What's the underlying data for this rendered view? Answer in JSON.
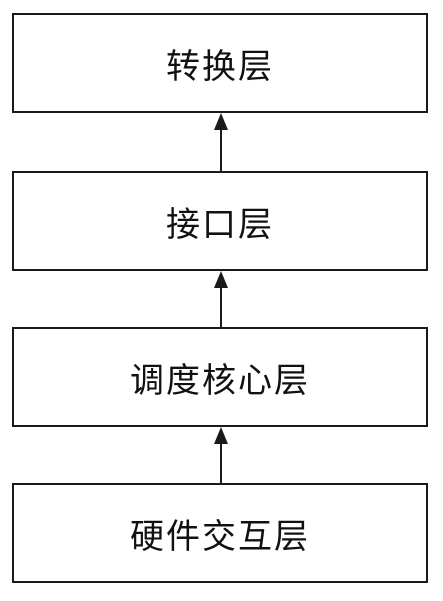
{
  "diagram": {
    "layers": [
      {
        "label": "转换层"
      },
      {
        "label": "接口层"
      },
      {
        "label": "调度核心层"
      },
      {
        "label": "硬件交互层"
      }
    ],
    "arrows": [
      {
        "from": "接口层",
        "to": "转换层"
      },
      {
        "from": "调度核心层",
        "to": "接口层"
      },
      {
        "from": "硬件交互层",
        "to": "调度核心层"
      }
    ],
    "line_color": "#1a1a1a"
  }
}
